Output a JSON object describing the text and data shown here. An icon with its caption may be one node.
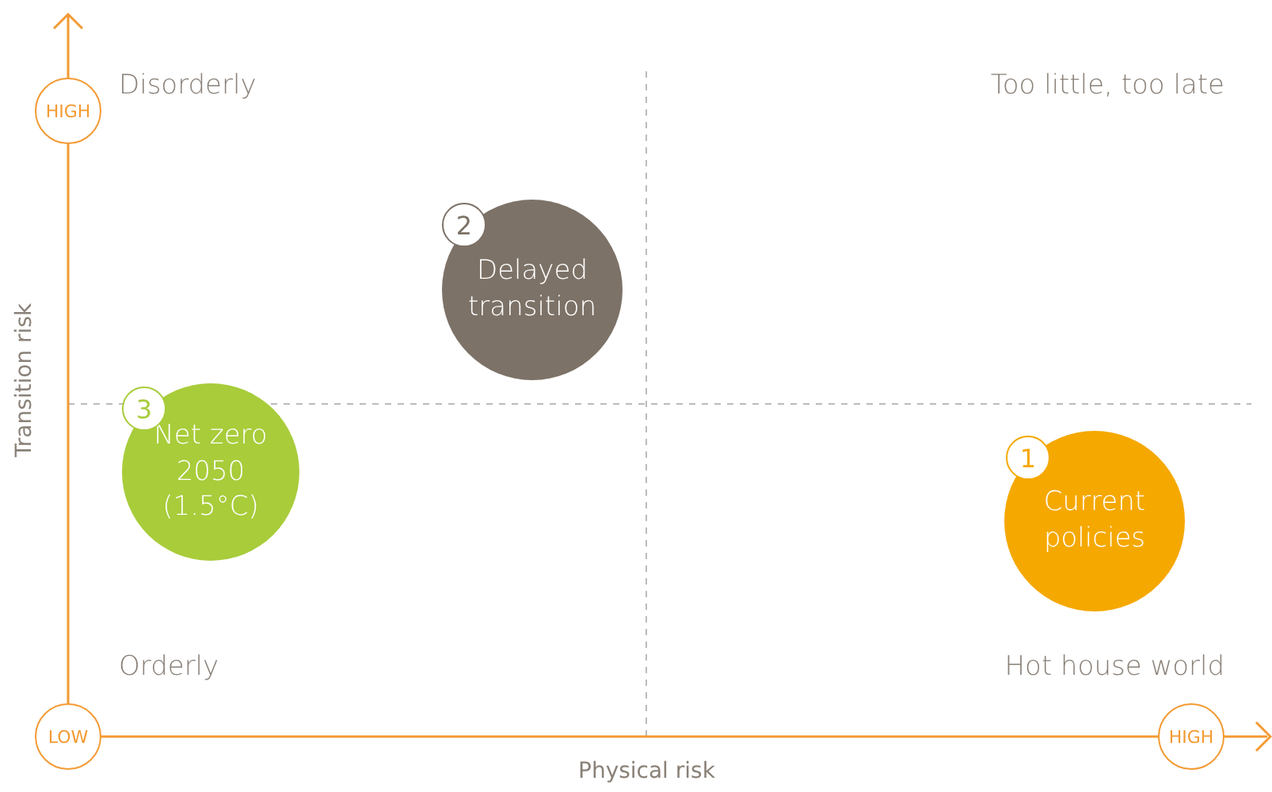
{
  "diagram": {
    "nodes": [
      {
        "text": [
          "HIGH"
        ]
      },
      {
        "text": [
          "2",
          "Delayed transition"
        ]
      },
      {
        "text": [
          "3",
          "Net zero 2050 (1.5°C)"
        ]
      },
      {
        "text": [
          "1",
          "Current policies"
        ]
      },
      {
        "text": [
          "LOW"
        ]
      },
      {
        "text": [
          "HIGH"
        ]
      }
    ],
    "labels": [
      "Disorderly",
      "Too little, too late",
      "Transition risk",
      "Orderly",
      "Hot house world",
      "Physical risk"
    ]
  }
}
